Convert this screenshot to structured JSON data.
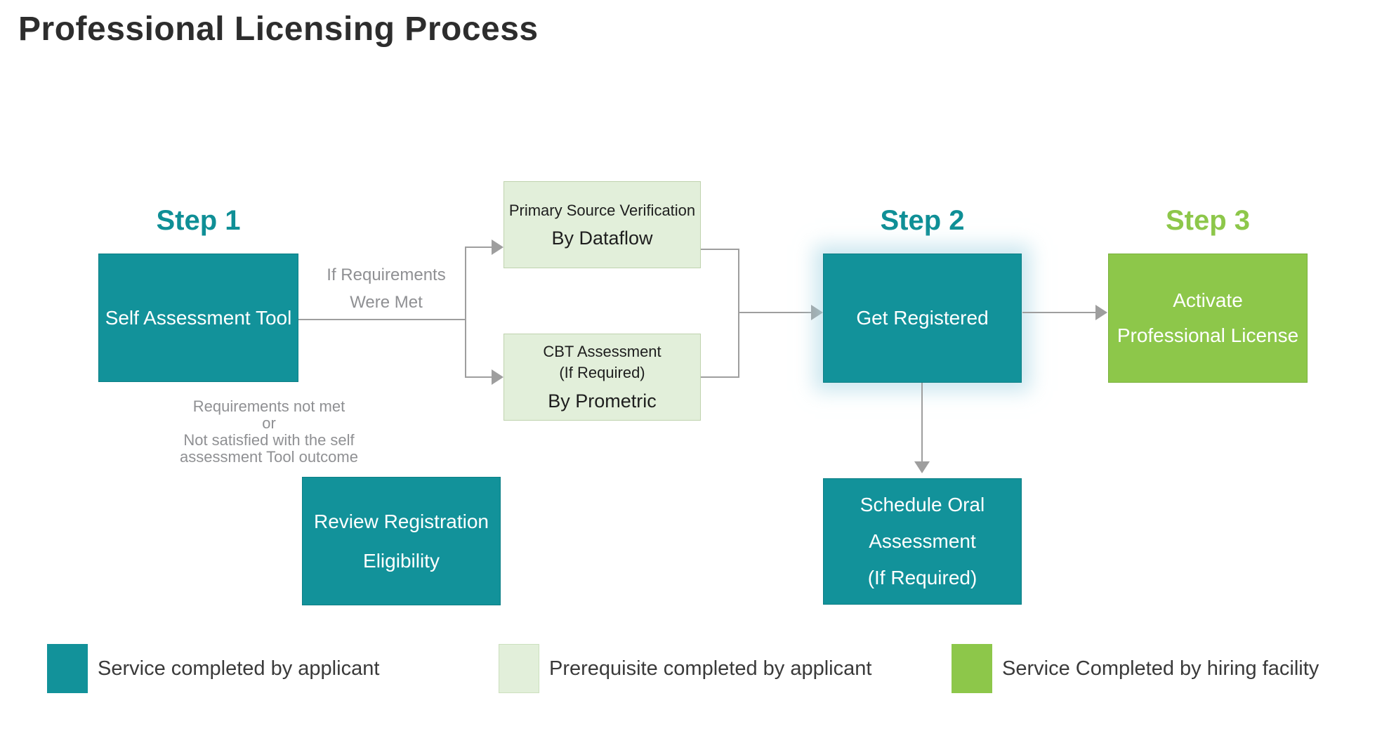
{
  "title": "Professional Licensing Process",
  "colors": {
    "teal": "#12929A",
    "green": "#8DC74A",
    "light_green": "#E2EFDA",
    "connector_gray": "#9E9E9E",
    "note_gray": "#8F9093"
  },
  "steps": {
    "step1": {
      "heading": "Step 1",
      "box_label": "Self Assessment Tool"
    },
    "step2": {
      "heading": "Step 2",
      "box_label": "Get Registered"
    },
    "step3": {
      "heading": "Step 3",
      "box_line1": "Activate",
      "box_line2": "Professional License"
    }
  },
  "prerequisites": {
    "psv": {
      "line1": "Primary Source Verification",
      "line2": "By Dataflow"
    },
    "cbt": {
      "line1": "CBT Assessment",
      "line2": "(If Required)",
      "line3": "By Prometric"
    }
  },
  "other_nodes": {
    "review": {
      "line1": "Review Registration",
      "line2": "Eligibility"
    },
    "schedule": {
      "line1": "Schedule Oral",
      "line2": "Assessment",
      "line3": "(If Required)"
    }
  },
  "annotations": {
    "requirements_met": {
      "line1": "If Requirements",
      "line2": "Were Met"
    },
    "requirements_not_met": {
      "line1": "Requirements not met",
      "line2": "or",
      "line3": "Not satisfied with the self",
      "line4": "assessment Tool outcome"
    }
  },
  "legend": {
    "items": [
      {
        "label": "Service completed by applicant"
      },
      {
        "label": "Prerequisite completed by applicant"
      },
      {
        "label": "Service Completed by hiring facility"
      }
    ]
  }
}
